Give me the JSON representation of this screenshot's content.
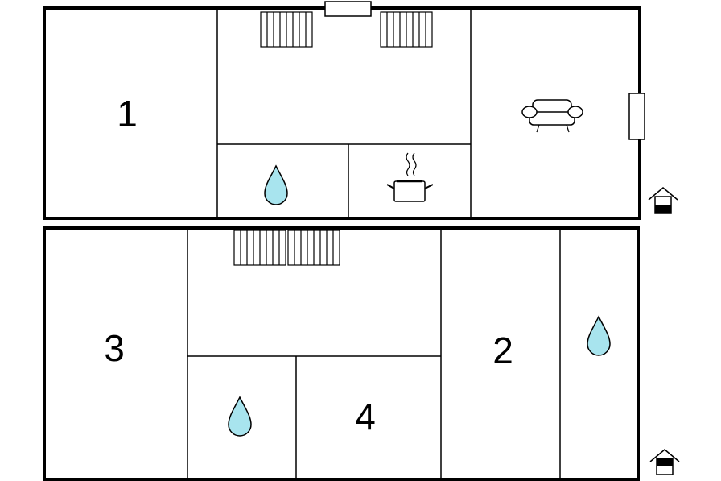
{
  "floor_plan": {
    "upper_floor": {
      "room_labels": {
        "room_1": "1"
      }
    },
    "lower_floor": {
      "room_labels": {
        "room_3": "3",
        "room_4": "4",
        "room_2": "2"
      }
    }
  },
  "colors": {
    "water_drop": "#a8e4ee",
    "wall": "#000000",
    "background": "#ffffff"
  },
  "icons": [
    "radiator-icon",
    "water-drop-icon",
    "cooking-pot-icon",
    "sofa-icon",
    "house-icon",
    "window-icon"
  ]
}
